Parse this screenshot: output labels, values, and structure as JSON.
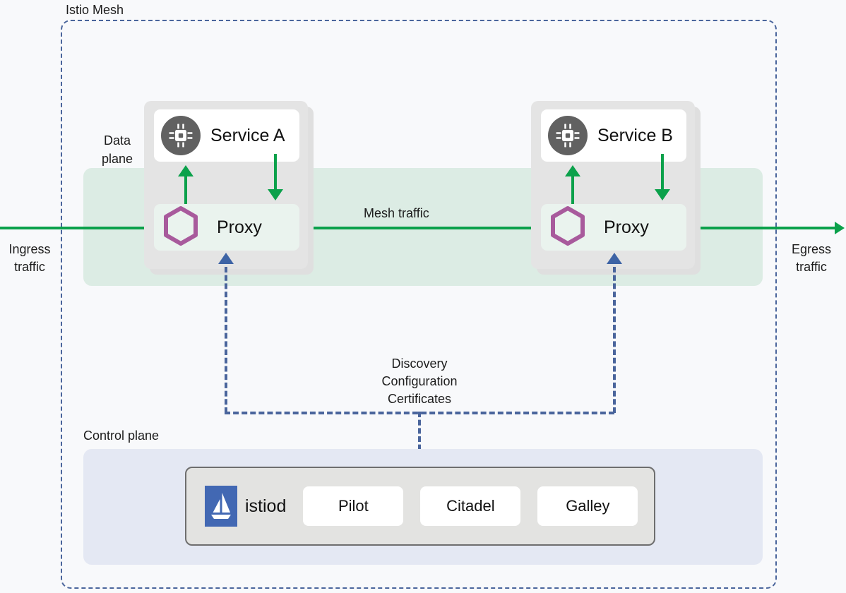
{
  "diagram": {
    "mesh_label": "Istio Mesh",
    "data_plane_label": "Data\nplane",
    "data_plane_label_line1": "Data",
    "data_plane_label_line2": "plane",
    "control_plane_label": "Control plane",
    "mesh_traffic_label": "Mesh traffic",
    "ingress_label_line1": "Ingress",
    "ingress_label_line2": "traffic",
    "egress_label_line1": "Egress",
    "egress_label_line2": "traffic",
    "discovery_lines": {
      "line1": "Discovery",
      "line2": "Configuration",
      "line3": "Certificates"
    }
  },
  "pods": [
    {
      "service_name": "Service A",
      "service_icon": "cpu-chip-icon",
      "proxy_name": "Proxy",
      "proxy_icon": "envoy-hexagon-icon"
    },
    {
      "service_name": "Service B",
      "service_icon": "cpu-chip-icon",
      "proxy_name": "Proxy",
      "proxy_icon": "envoy-hexagon-icon"
    }
  ],
  "control_plane": {
    "istiod_name": "istiod",
    "istiod_icon": "istio-sailboat-logo",
    "components": [
      {
        "label": "Pilot"
      },
      {
        "label": "Citadel"
      },
      {
        "label": "Galley"
      }
    ]
  },
  "colors": {
    "page_background": "#f8f9fb",
    "mesh_border": "#4a659c",
    "data_plane_band": "#dcece4",
    "traffic_green": "#0ba14b",
    "pod_gray": "#e4e4e4",
    "proxy_card": "#eaf3ee",
    "hexagon_purple": "#a85a9c",
    "chip_circle_gray": "#616161",
    "control_plane_panel": "#e4e8f3",
    "istiod_box": "#e3e3e1",
    "istiod_logo_blue": "#4268b3",
    "config_dash_blue": "#4a659c",
    "text": "#1c1c1c"
  }
}
